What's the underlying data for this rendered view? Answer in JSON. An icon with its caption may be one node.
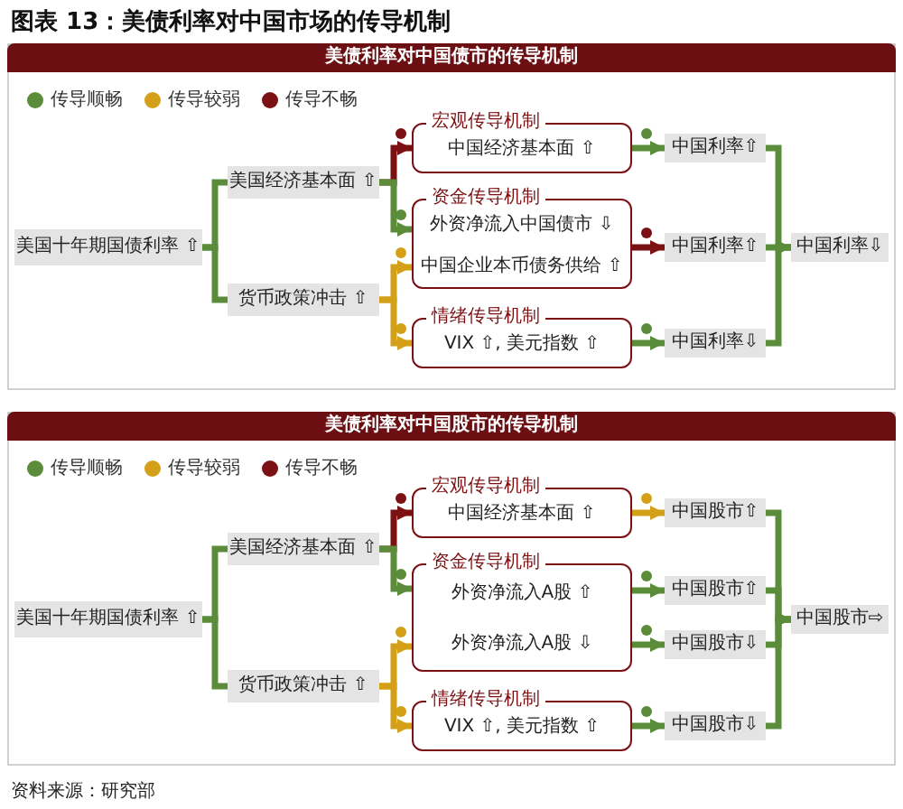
{
  "diagram": {
    "title": "图表 13：美债利率对中国市场的传导机制",
    "caption": "资料来源：研究部",
    "nodes": [
      {
        "text": [
          "美债利率对中国债市的传导机制"
        ]
      },
      {
        "text": [
          "美国十年期国债利率 ⇧"
        ],
        "in": 0
      },
      {
        "text": [
          "美国经济基本面 ⇧"
        ],
        "in": 0
      },
      {
        "text": [
          "货币政策冲击 ⇧"
        ],
        "in": 0
      },
      {
        "text": [
          "宏观传导机制",
          "中国经济基本面 ⇧"
        ],
        "in": 0
      },
      {
        "text": [
          "资金传导机制",
          "外资净流入中国债市 ⇩",
          "中国企业本币债务供给 ⇧"
        ],
        "in": 0
      },
      {
        "text": [
          "情绪传导机制",
          "VIX ⇧, 美元指数 ⇧"
        ],
        "in": 0
      },
      {
        "text": [
          "中国利率⇧"
        ],
        "in": 0
      },
      {
        "text": [
          "中国利率⇧"
        ],
        "in": 0
      },
      {
        "text": [
          "中国利率⇩"
        ],
        "in": 0
      },
      {
        "text": [
          "中国利率⇩"
        ],
        "in": 0
      },
      {
        "text": [
          "美债利率对中国股市的传导机制"
        ]
      },
      {
        "text": [
          "美国十年期国债利率 ⇧"
        ],
        "in": 11
      },
      {
        "text": [
          "美国经济基本面 ⇧"
        ],
        "in": 11
      },
      {
        "text": [
          "货币政策冲击 ⇧"
        ],
        "in": 11
      },
      {
        "text": [
          "宏观传导机制",
          "中国经济基本面 ⇧"
        ],
        "in": 11
      },
      {
        "text": [
          "资金传导机制",
          "外资净流入A股 ⇧",
          "外资净流入A股 ⇩"
        ],
        "in": 11
      },
      {
        "text": [
          "情绪传导机制",
          "VIX ⇧, 美元指数 ⇧"
        ],
        "in": 11
      },
      {
        "text": [
          "中国股市⇧"
        ],
        "in": 11
      },
      {
        "text": [
          "中国股市⇧"
        ],
        "in": 11
      },
      {
        "text": [
          "中国股市⇩"
        ],
        "in": 11
      },
      {
        "text": [
          "中国股市⇩"
        ],
        "in": 11
      },
      {
        "text": [
          "中国股市⇨"
        ],
        "in": 11
      }
    ],
    "edges": [
      {
        "from": 1,
        "to": 2,
        "arrow": "none"
      },
      {
        "from": 1,
        "to": 3,
        "arrow": "none"
      },
      {
        "from": 2,
        "to": 4,
        "arrow": "to",
        "color": "#7b1113"
      },
      {
        "from": 2,
        "to": 5,
        "arrow": "to"
      },
      {
        "from": 3,
        "to": 5,
        "arrow": "to",
        "color": "#d4a017"
      },
      {
        "from": 3,
        "to": 6,
        "arrow": "to",
        "color": "#d4a017"
      },
      {
        "from": 4,
        "to": 7,
        "arrow": "to"
      },
      {
        "from": 5,
        "to": 8,
        "arrow": "to",
        "color": "#7b1113"
      },
      {
        "from": 6,
        "to": 9,
        "arrow": "to"
      },
      {
        "from": 7,
        "to": 10,
        "arrow": "to"
      },
      {
        "from": 8,
        "to": 10,
        "arrow": "to"
      },
      {
        "from": 9,
        "to": 10,
        "arrow": "to"
      },
      {
        "from": 12,
        "to": 13,
        "arrow": "none"
      },
      {
        "from": 12,
        "to": 14,
        "arrow": "none"
      },
      {
        "from": 13,
        "to": 15,
        "arrow": "to",
        "color": "#7b1113"
      },
      {
        "from": 13,
        "to": 16,
        "arrow": "to"
      },
      {
        "from": 14,
        "to": 16,
        "arrow": "to",
        "color": "#d4a017"
      },
      {
        "from": 14,
        "to": 17,
        "arrow": "to",
        "color": "#d4a017"
      },
      {
        "from": 15,
        "to": 18,
        "arrow": "to",
        "color": "#d4a017"
      },
      {
        "from": 16,
        "to": 19,
        "arrow": "to"
      },
      {
        "from": 16,
        "to": 20,
        "arrow": "to"
      },
      {
        "from": 17,
        "to": 21,
        "arrow": "to"
      },
      {
        "from": 18,
        "to": 22,
        "arrow": "to"
      },
      {
        "from": 19,
        "to": 22,
        "arrow": "to"
      },
      {
        "from": 20,
        "to": 22,
        "arrow": "to"
      },
      {
        "from": 21,
        "to": 22,
        "arrow": "to"
      }
    ],
    "legend": [
      {
        "text": "传导顺畅",
        "color": "#5b8c3a"
      },
      {
        "text": "传导较弱",
        "color": "#d4a017"
      },
      {
        "text": "传导不畅",
        "color": "#7b1113"
      },
      {
        "text": "传导顺畅",
        "color": "#5b8c3a"
      },
      {
        "text": "传导较弱",
        "color": "#d4a017"
      },
      {
        "text": "传导不畅",
        "color": "#7b1113"
      }
    ]
  }
}
